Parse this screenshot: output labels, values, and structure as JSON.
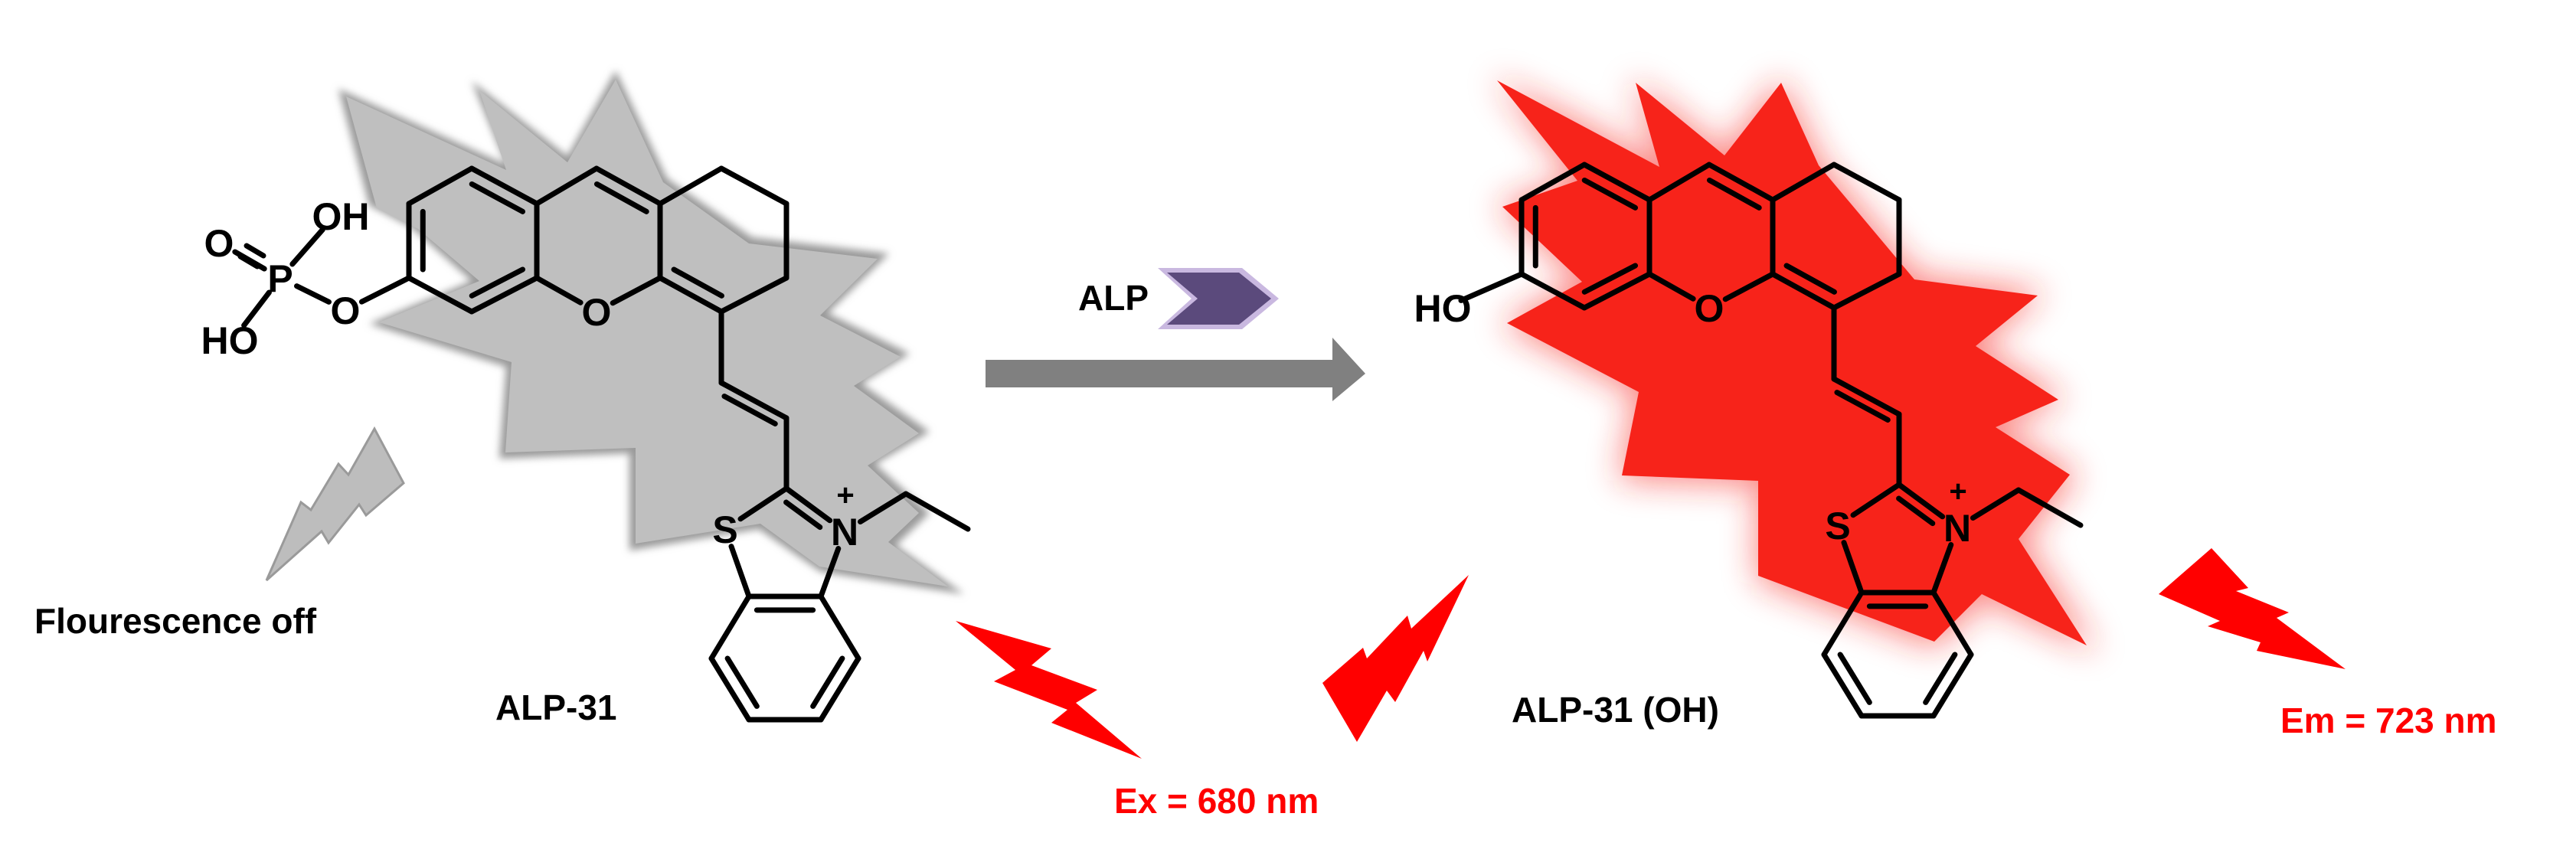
{
  "reaction": {
    "enzyme_label": "ALP",
    "substrate": {
      "name": "ALP-31",
      "state_label": "Flourescence off",
      "atom_labels": {
        "ring_oxygen": "O",
        "ester_oxygen": "O",
        "phosphorus": "P",
        "oxo_oxygen": "O",
        "hydroxyl_top": "OH",
        "hydroxyl_bottom": "HO",
        "sulfur": "S",
        "nitrogen": "N",
        "charge": "+"
      }
    },
    "product": {
      "name": "ALP-31 (OH)",
      "atom_labels": {
        "ring_oxygen": "O",
        "hydroxyl": "HO",
        "sulfur": "S",
        "nitrogen": "N",
        "charge": "+"
      }
    },
    "excitation_label": "Ex = 680 nm",
    "emission_label": "Em = 723 nm"
  },
  "colors": {
    "fluorescence_off": "#bfbfbf",
    "fluorescence_on": "#f7231a",
    "light": "#ff0000",
    "arrow": "#808080",
    "enzyme_chevron": "#5b4a7c"
  }
}
